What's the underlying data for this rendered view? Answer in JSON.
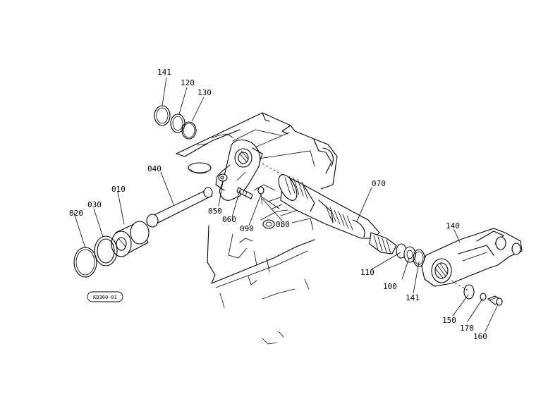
{
  "diagram": {
    "drawing_code": "KD360-01",
    "callouts": [
      {
        "id": "141a",
        "label": "141"
      },
      {
        "id": "120",
        "label": "120"
      },
      {
        "id": "130",
        "label": "130"
      },
      {
        "id": "040",
        "label": "040"
      },
      {
        "id": "010",
        "label": "010"
      },
      {
        "id": "030",
        "label": "030"
      },
      {
        "id": "020",
        "label": "020"
      },
      {
        "id": "050",
        "label": "050"
      },
      {
        "id": "060",
        "label": "060"
      },
      {
        "id": "090",
        "label": "090"
      },
      {
        "id": "080",
        "label": "080"
      },
      {
        "id": "070",
        "label": "070"
      },
      {
        "id": "140",
        "label": "140"
      },
      {
        "id": "110",
        "label": "110"
      },
      {
        "id": "100",
        "label": "100"
      },
      {
        "id": "141b",
        "label": "141"
      },
      {
        "id": "150",
        "label": "150"
      },
      {
        "id": "170",
        "label": "170"
      },
      {
        "id": "160",
        "label": "160"
      }
    ]
  }
}
